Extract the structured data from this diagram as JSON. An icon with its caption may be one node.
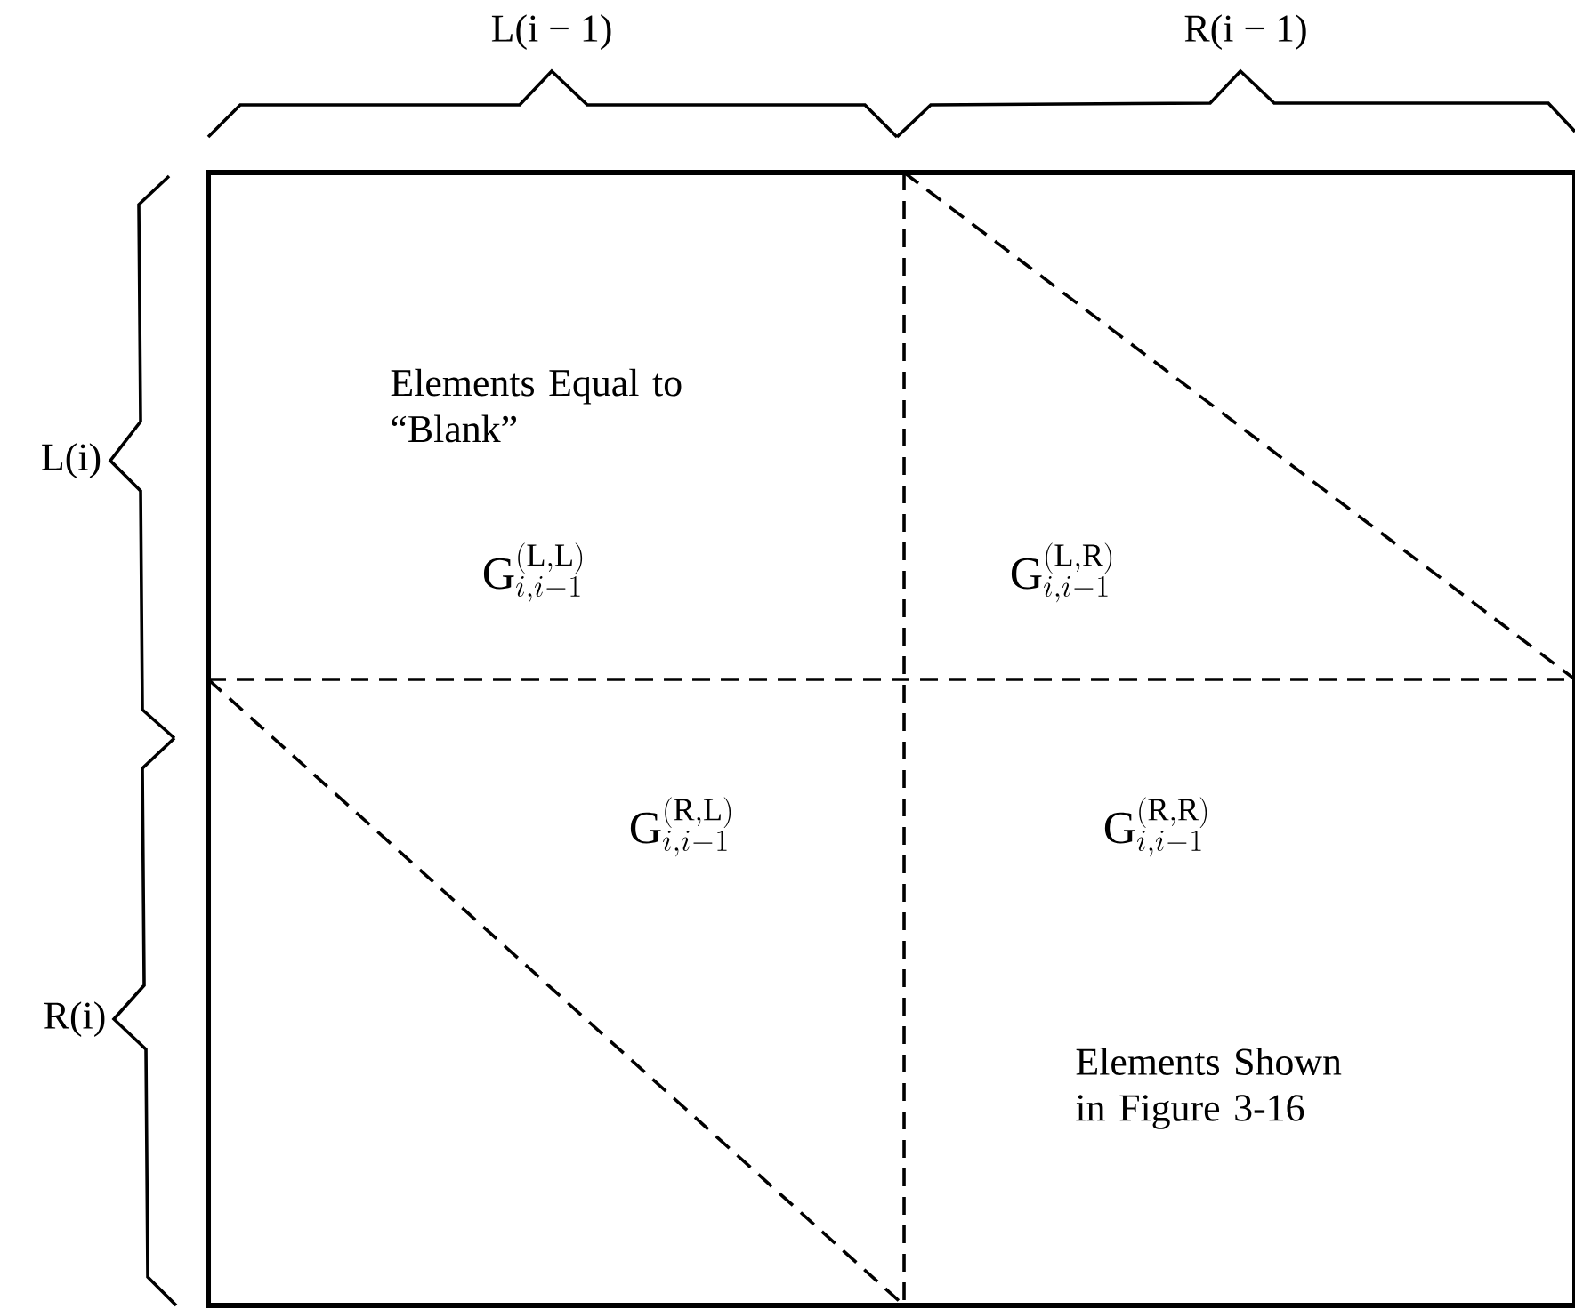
{
  "diagram": {
    "nodes": [
      {
        "text": [
          "Elements Equal to “Blank”",
          "\\mathrm{G}_{i,i-1}^{(\\mathrm{L},\\mathrm{L})}"
        ]
      },
      {
        "text": [
          "\\mathrm{G}_{i,i-1}^{(\\mathrm{L},\\mathrm{R})}"
        ]
      },
      {
        "text": [
          "\\mathrm{G}_{i,i-1}^{(\\mathrm{R},\\mathrm{L})}"
        ]
      },
      {
        "text": [
          "\\mathrm{G}_{i,i-1}^{(\\mathrm{R},\\mathrm{R})}",
          "Elements Shown in Figure 3-16"
        ]
      }
    ],
    "labels": [
      "L(i − 1)",
      "R(i − 1)",
      "L(i)",
      "R(i)"
    ]
  }
}
